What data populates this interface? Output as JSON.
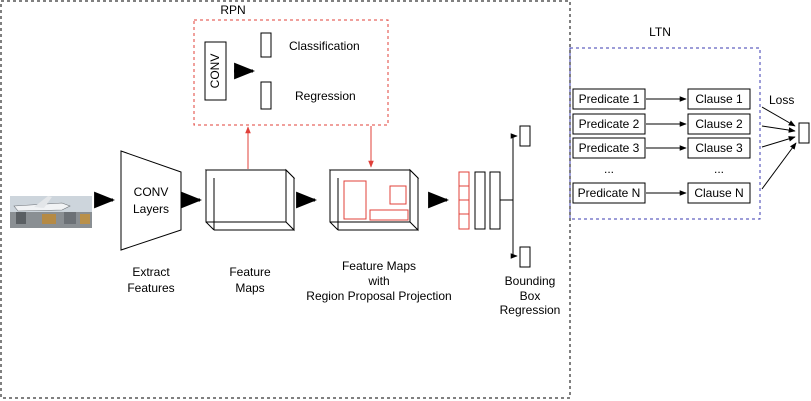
{
  "rpn": {
    "title": "RPN",
    "conv": "CONV",
    "classification": "Classification",
    "regression": "Regression"
  },
  "conv_layers": {
    "line1": "CONV",
    "line2": "Layers"
  },
  "captions": {
    "extract_line1": "Extract",
    "extract_line2": "Features",
    "feature_line1": "Feature",
    "feature_line2": "Maps",
    "proj_line1": "Feature Maps",
    "proj_line2": "with",
    "proj_line3": "Region Proposal Projection",
    "bbox_line1": "Bounding",
    "bbox_line2": "Box",
    "bbox_line3": "Regression"
  },
  "ltn": {
    "title": "LTN",
    "loss": "Loss",
    "predicates": [
      "Predicate 1",
      "Predicate 2",
      "Predicate 3",
      "...",
      "Predicate N"
    ],
    "clauses": [
      "Clause 1",
      "Clause 2",
      "Clause 3",
      "...",
      "Clause N"
    ]
  },
  "colors": {
    "black": "#000000",
    "red": "#e0403a",
    "blue_dash": "#3b3bb0",
    "image_sky": "#cdd5dc",
    "image_ground": "#8a8f93"
  }
}
